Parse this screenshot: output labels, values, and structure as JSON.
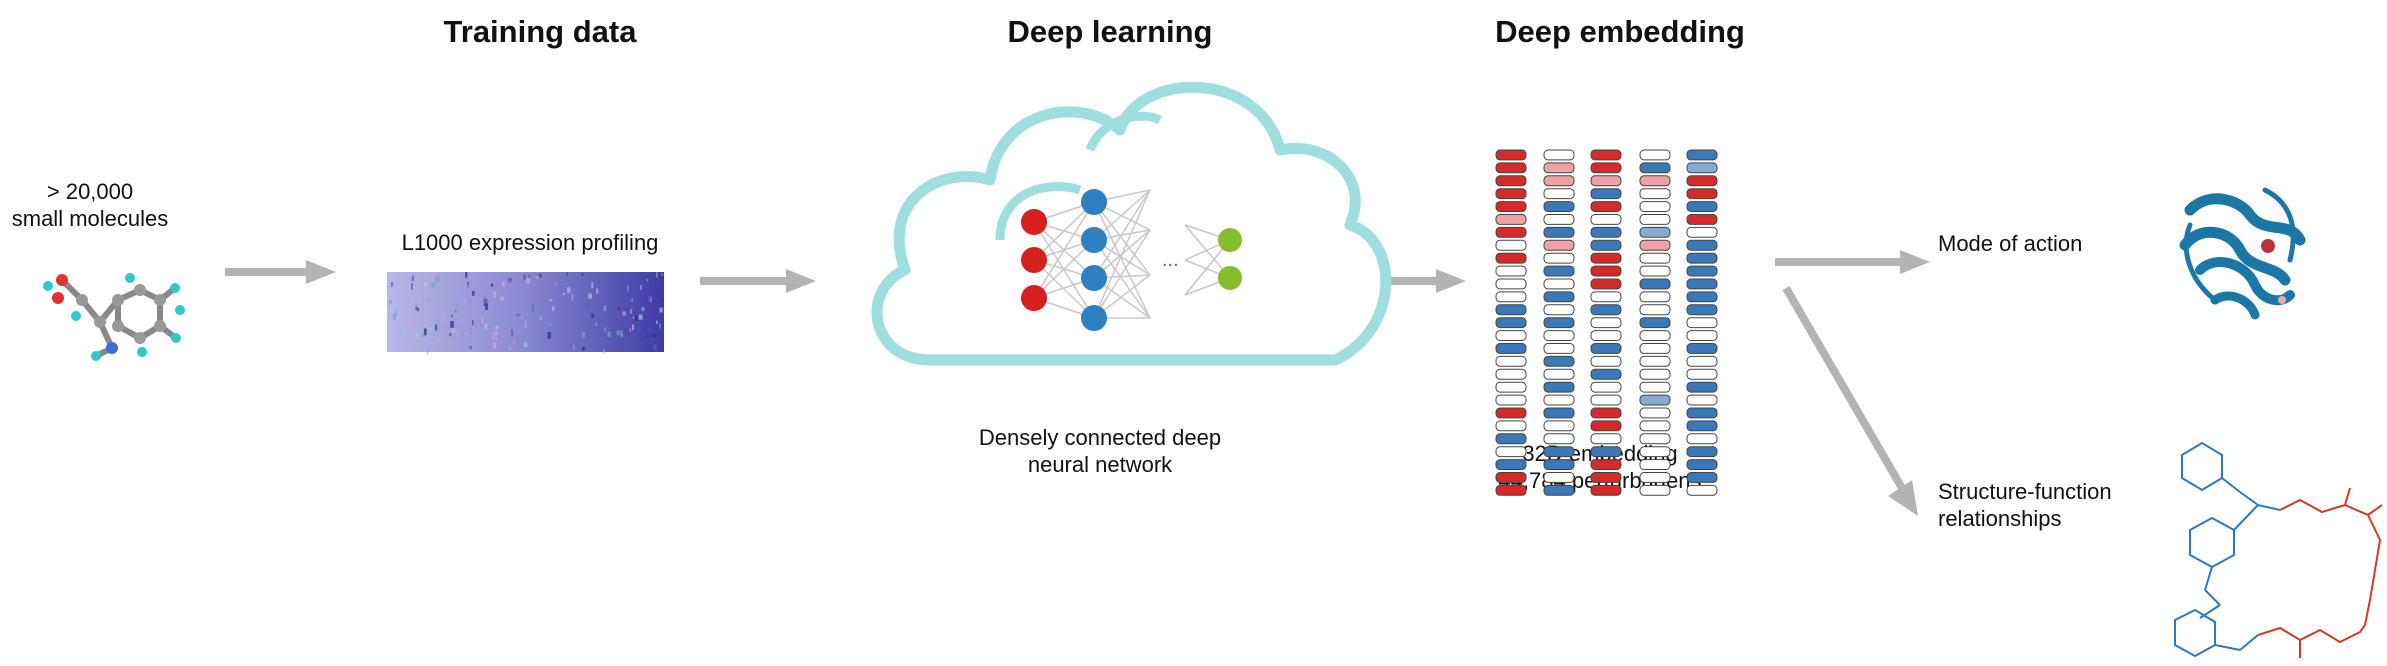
{
  "headings": {
    "training": "Training data",
    "learning": "Deep learning",
    "embedding": "Deep embedding"
  },
  "molecules": {
    "line1": "> 20,000",
    "line2": "small molecules"
  },
  "profiling_label": "L1000 expression profiling",
  "network": {
    "line1": "Densely connected deep",
    "line2": "neural network",
    "ellipsis": "..."
  },
  "embedding_caption": {
    "line1": "32D embedding",
    "line2": "44,784 perturbagens"
  },
  "outputs": {
    "mode_of_action": "Mode of action",
    "structure_line1": "Structure-function",
    "structure_line2": "relationships"
  },
  "colors": {
    "arrow": "#b3b3b3",
    "cloud": "#9edede",
    "node_red": "#d62020",
    "node_blue": "#2f80c2",
    "node_green": "#86bd2b",
    "cell_red": "#d42a2a",
    "cell_pink": "#eda3a3",
    "cell_blue": "#3b78b8",
    "cell_lightblue": "#86aad4",
    "cell_white": "#ffffff",
    "protein": "#1b77a6",
    "mol_blue": "#2c79c0",
    "mol_red": "#d03a2a"
  },
  "embedding_columns": [
    [
      "r",
      "r",
      "r",
      "r",
      "r",
      "p",
      "r",
      "w",
      "r",
      "w",
      "w",
      "w",
      "b",
      "b",
      "w",
      "b",
      "w",
      "w",
      "w",
      "w",
      "r",
      "w",
      "b",
      "w",
      "b",
      "r",
      "r"
    ],
    [
      "w",
      "p",
      "p",
      "w",
      "b",
      "w",
      "b",
      "p",
      "w",
      "b",
      "w",
      "b",
      "w",
      "b",
      "w",
      "w",
      "b",
      "w",
      "b",
      "w",
      "b",
      "w",
      "w",
      "b",
      "b",
      "w",
      "b"
    ],
    [
      "r",
      "r",
      "p",
      "b",
      "r",
      "w",
      "b",
      "b",
      "r",
      "r",
      "r",
      "w",
      "b",
      "w",
      "w",
      "b",
      "w",
      "b",
      "w",
      "w",
      "r",
      "r",
      "w",
      "b",
      "r",
      "r",
      "r"
    ],
    [
      "w",
      "b",
      "p",
      "w",
      "w",
      "w",
      "lb",
      "p",
      "w",
      "w",
      "b",
      "w",
      "w",
      "b",
      "w",
      "w",
      "w",
      "w",
      "w",
      "lb",
      "w",
      "w",
      "w",
      "w",
      "w",
      "w",
      "w"
    ],
    [
      "b",
      "lb",
      "r",
      "r",
      "b",
      "r",
      "w",
      "b",
      "b",
      "b",
      "b",
      "b",
      "b",
      "w",
      "w",
      "b",
      "w",
      "w",
      "b",
      "w",
      "b",
      "b",
      "w",
      "b",
      "b",
      "b",
      "w"
    ]
  ]
}
